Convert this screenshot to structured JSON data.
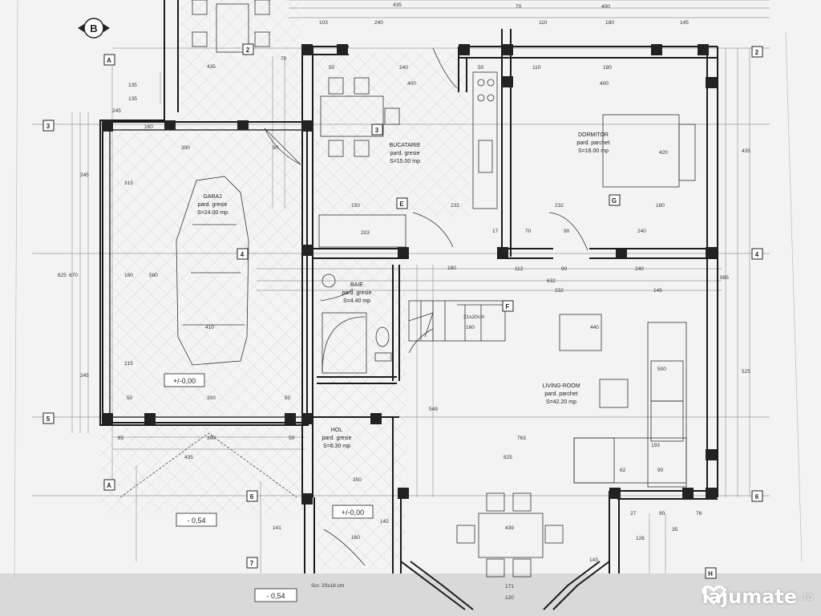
{
  "drawing": {
    "section_mark": "B",
    "axes_letters": {
      "A_top": "A",
      "A_bottom": "A",
      "E": "E",
      "F": "F",
      "G": "G",
      "H": "H"
    },
    "axes_numbers": {
      "two_top_left": "2",
      "two_right": "2",
      "three_left": "3",
      "three_kitchen": "3",
      "four_garage": "4",
      "four_right": "4",
      "five_left": "5",
      "six_left": "6",
      "six_right": "6",
      "seven_left": "7"
    },
    "levels": {
      "garage_floor": "+/-0,00",
      "hall_floor": "+/-0,00",
      "outside_left": "- 0,54",
      "outside_bottom": "- 0,54"
    },
    "stairs_label": "21x20cm",
    "step_note": "Scr. 20x18 cm"
  },
  "rooms": [
    {
      "name": "GARAJ",
      "finish": "pard. gresie",
      "area": "S=24.00 mp"
    },
    {
      "name": "BUCATARIE",
      "finish": "pard. gresie",
      "area": "S=15.00 mp"
    },
    {
      "name": "DORMITOR",
      "finish": "pard. parchet",
      "area": "S=16.00 mp"
    },
    {
      "name": "BAIE",
      "finish": "pard. gresie",
      "area": "S=4.40 mp"
    },
    {
      "name": "HOL",
      "finish": "pard. gresie",
      "area": "S=6.30 mp"
    },
    {
      "name": "LIVING-ROOM",
      "finish": "pard. parchet",
      "area": "S=42.20 mp"
    }
  ],
  "dimensions": {
    "top": [
      "435",
      "240",
      "110",
      "180",
      "145",
      "103",
      "70",
      "400"
    ],
    "kitchen": [
      "50",
      "240",
      "400",
      "90",
      "232",
      "150",
      "203",
      "17",
      "70"
    ],
    "bedroom": [
      "50",
      "110",
      "180",
      "400",
      "232",
      "180",
      "240",
      "90",
      "420"
    ],
    "garage": [
      "300",
      "410",
      "300",
      "50",
      "50",
      "245",
      "215",
      "160",
      "315",
      "580",
      "625",
      "870"
    ],
    "living": [
      "112",
      "90",
      "240",
      "632",
      "232",
      "145",
      "440",
      "500",
      "193",
      "62",
      "90",
      "825",
      "763",
      "549",
      "180",
      "160"
    ],
    "right": [
      "435",
      "525",
      "985"
    ],
    "lower": [
      "85",
      "300",
      "435",
      "435",
      "50",
      "143",
      "439",
      "171",
      "120",
      "126",
      "27",
      "90",
      "76",
      "35",
      "142",
      "160",
      "350"
    ],
    "left_column": [
      "135",
      "135",
      "160",
      "245",
      "245",
      "141",
      "70"
    ]
  },
  "watermark": {
    "brand": "lajumate",
    "suffix": ".ro"
  }
}
